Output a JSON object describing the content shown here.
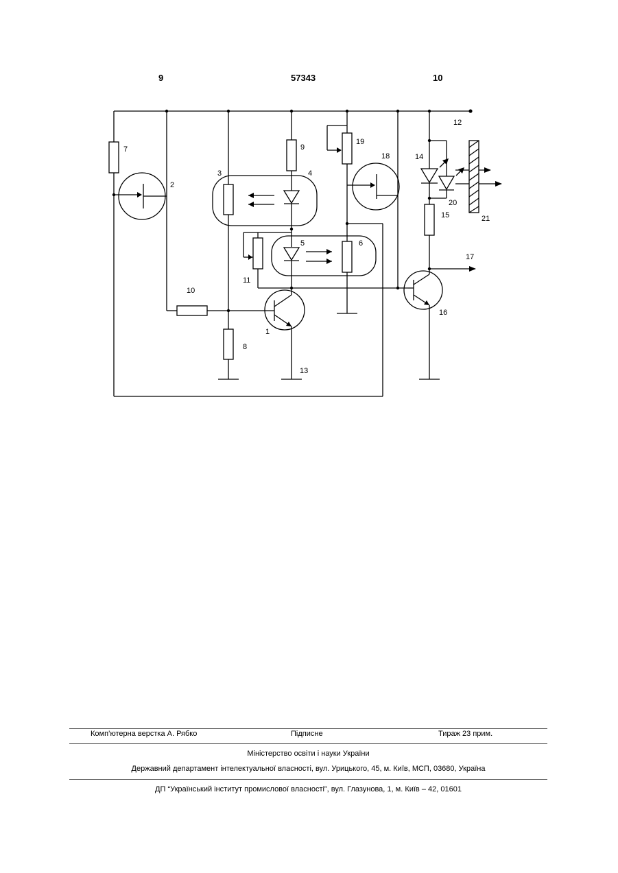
{
  "header": {
    "left_page": "9",
    "patent_number": "57343",
    "right_page": "10"
  },
  "schematic": {
    "labels": {
      "l1": "1",
      "l2": "2",
      "l3": "3",
      "l4": "4",
      "l5": "5",
      "l6": "6",
      "l7": "7",
      "l8": "8",
      "l9": "9",
      "l10": "10",
      "l11": "11",
      "l12": "12",
      "l13": "13",
      "l14": "14",
      "l15": "15",
      "l16": "16",
      "l17": "17",
      "l18": "18",
      "l19": "19",
      "l20": "20",
      "l21": "21"
    }
  },
  "footer": {
    "typesetting": "Комп’ютерна верстка А. Рябко",
    "signed": "Підписне",
    "circulation": "Тираж 23 прим.",
    "ministry": "Міністерство освіти і науки України",
    "department": "Державний департамент інтелектуальної власності, вул. Урицького, 45, м. Київ, МСП, 03680, Україна",
    "institute": "ДП “Український інститут промислової власності”, вул. Глазунова, 1, м. Київ – 42, 01601"
  }
}
